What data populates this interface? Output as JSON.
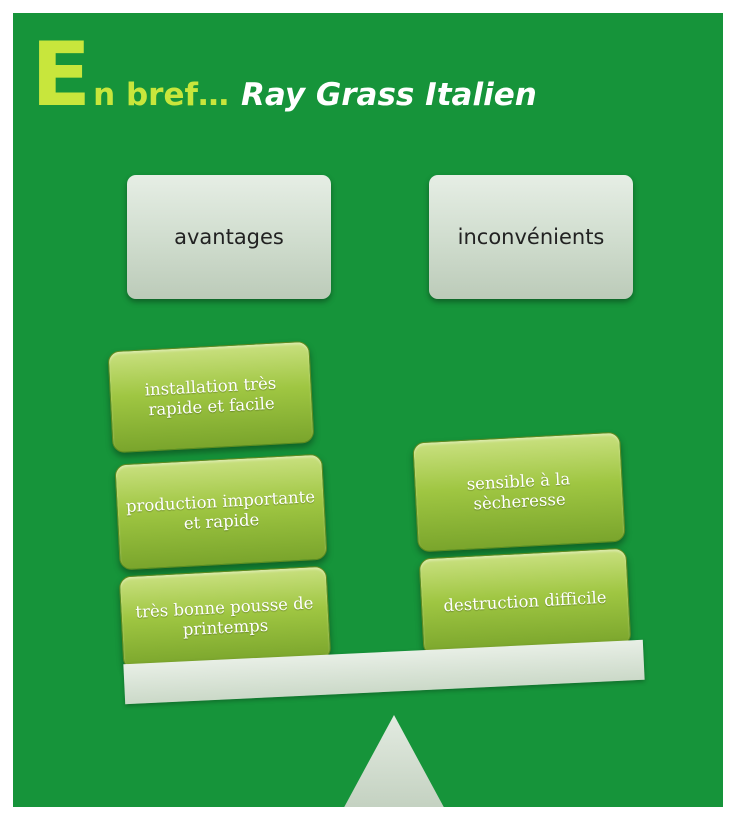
{
  "title": {
    "initial": "E",
    "rest": "n bref…",
    "subtitle": "Ray Grass Italien"
  },
  "columns": {
    "advantages_label": "avantages",
    "disadvantages_label": "inconvénients"
  },
  "advantages": [
    "installation très rapide et facile",
    "production importante et rapide",
    "très bonne pousse de printemps"
  ],
  "disadvantages": [
    "sensible à la sècheresse",
    "destruction difficile"
  ],
  "colors": {
    "background": "#16943a",
    "title_accent": "#c8e63c",
    "subtitle": "#ffffff",
    "pill_green": "#9fc642",
    "head_box": "#d6e1d4"
  }
}
